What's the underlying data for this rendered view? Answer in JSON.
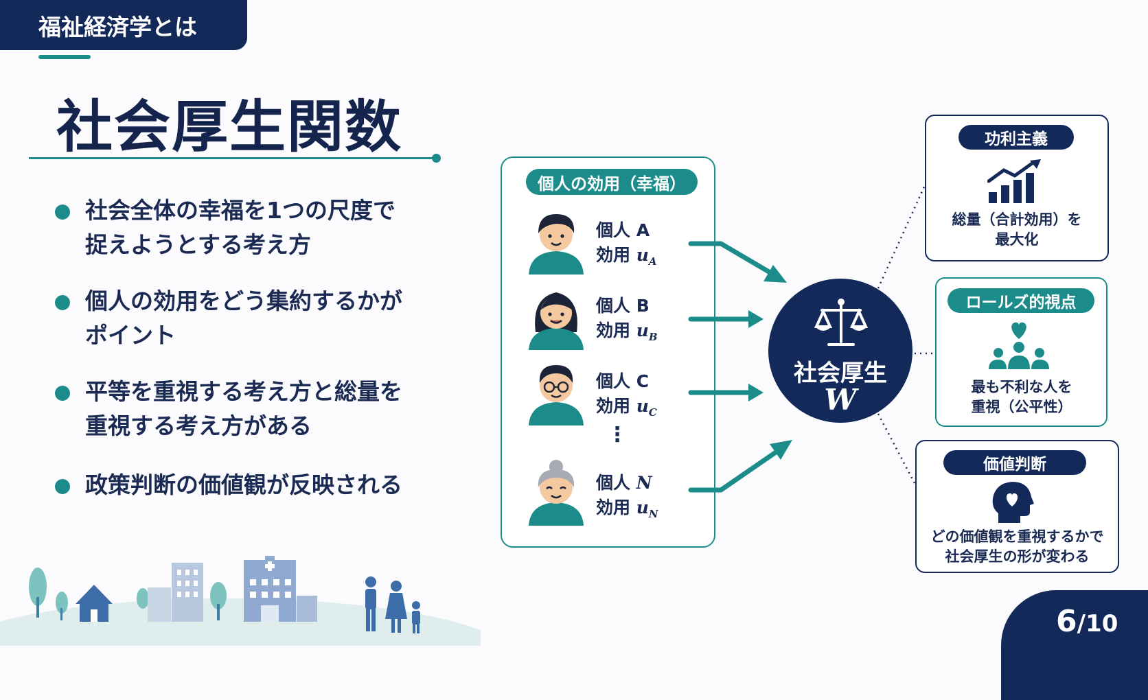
{
  "header": {
    "tag": "福祉経済学とは",
    "title": "社会厚生関数"
  },
  "bullets": [
    {
      "line1": "社会全体の幸福を1つの尺度で",
      "line2": "捉えようとする考え方"
    },
    {
      "line1": "個人の効用をどう集約するかが",
      "line2": "ポイント"
    },
    {
      "line1": "平等を重視する考え方と総量を",
      "line2": "重視する考え方がある"
    },
    {
      "line1": "政策判断の価値観が反映される",
      "line2": ""
    }
  ],
  "panel": {
    "heading": "個人の効用（幸福）",
    "persons": [
      {
        "name": "個人",
        "letter": "A",
        "utility_label": "効用",
        "u": "u",
        "sub": "A"
      },
      {
        "name": "個人",
        "letter": "B",
        "utility_label": "効用",
        "u": "u",
        "sub": "B"
      },
      {
        "name": "個人",
        "letter": "C",
        "utility_label": "効用",
        "u": "u",
        "sub": "C"
      },
      {
        "name": "個人",
        "letter": "N",
        "utility_label": "効用",
        "u": "u",
        "sub": "N"
      }
    ],
    "ellipsis": "⋮"
  },
  "center": {
    "label": "社会厚生",
    "symbol": "W",
    "icon": "scales-icon"
  },
  "cards": {
    "utilitarian": {
      "title": "功利主義",
      "line1": "総量（合計効用）を",
      "line2": "最大化",
      "icon": "growth-chart-icon"
    },
    "rawls": {
      "title": "ロールズ的視点",
      "line1": "最も不利な人を",
      "line2": "重視（公平性）",
      "icon": "people-heart-icon"
    },
    "value": {
      "title": "価値判断",
      "line1": "どの価値観を重視するかで",
      "line2": "社会厚生の形が変わる",
      "icon": "head-heart-icon"
    }
  },
  "page": {
    "current": "6",
    "total": "/10"
  },
  "colors": {
    "navy": "#13295a",
    "teal": "#1c8c8a"
  }
}
